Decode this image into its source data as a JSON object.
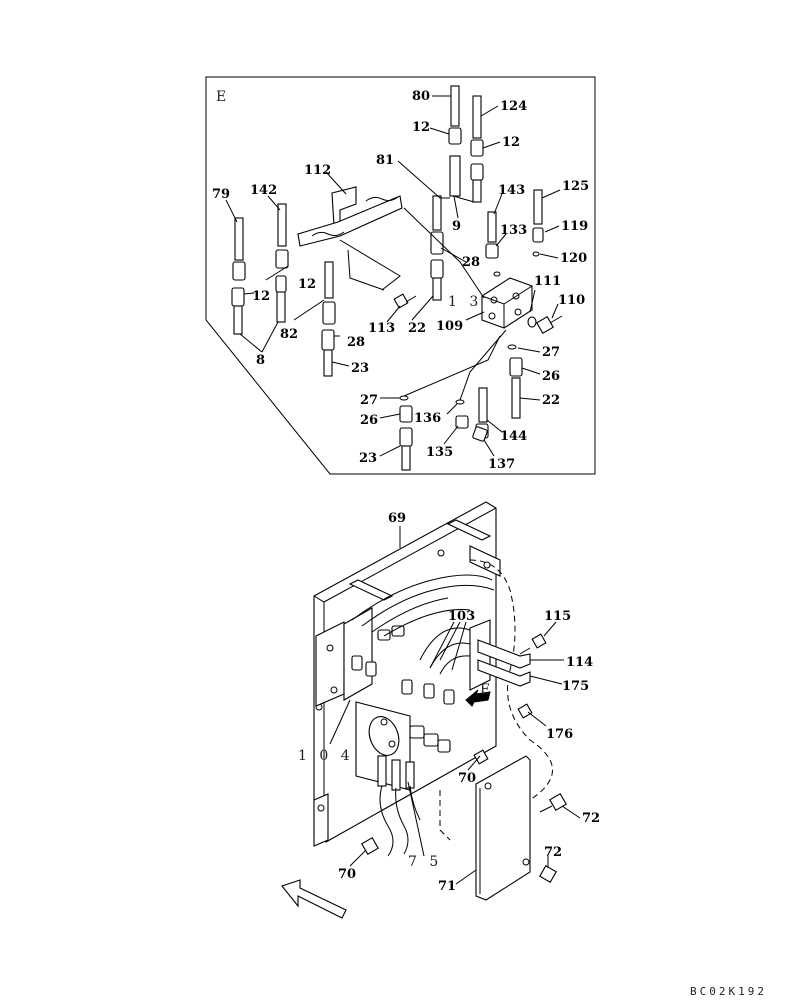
{
  "detail_view": {
    "view_label": "E",
    "callouts": [
      {
        "label": "80"
      },
      {
        "label": "124"
      },
      {
        "label": "12"
      },
      {
        "label": "12"
      },
      {
        "label": "81"
      },
      {
        "label": "112"
      },
      {
        "label": "79"
      },
      {
        "label": "142"
      },
      {
        "label": "143"
      },
      {
        "label": "125"
      },
      {
        "label": "9"
      },
      {
        "label": "133"
      },
      {
        "label": "119"
      },
      {
        "label": "28"
      },
      {
        "label": "120"
      },
      {
        "label": "12"
      },
      {
        "label": "12"
      },
      {
        "label": "113"
      },
      {
        "label": "111"
      },
      {
        "label": "110"
      },
      {
        "label": "82"
      },
      {
        "label": "28"
      },
      {
        "label": "22"
      },
      {
        "label": "109"
      },
      {
        "label": "8"
      },
      {
        "label": "23"
      },
      {
        "label": "27"
      },
      {
        "label": "26"
      },
      {
        "label": "27"
      },
      {
        "label": "22"
      },
      {
        "label": "26"
      },
      {
        "label": "136"
      },
      {
        "label": "144"
      },
      {
        "label": "135"
      },
      {
        "label": "23"
      },
      {
        "label": "137"
      }
    ],
    "section_ref": "1 3"
  },
  "assembly_view": {
    "callouts": [
      {
        "label": "69"
      },
      {
        "label": "103"
      },
      {
        "label": "115"
      },
      {
        "label": "114"
      },
      {
        "label": "175"
      },
      {
        "label": "176"
      },
      {
        "label": "70"
      },
      {
        "label": "72"
      },
      {
        "label": "72"
      },
      {
        "label": "70"
      },
      {
        "label": "71"
      }
    ],
    "view_marker": "E",
    "ref_104": "1 0 4",
    "ref_75": "7 5"
  },
  "drawing_code": "BC02K192"
}
